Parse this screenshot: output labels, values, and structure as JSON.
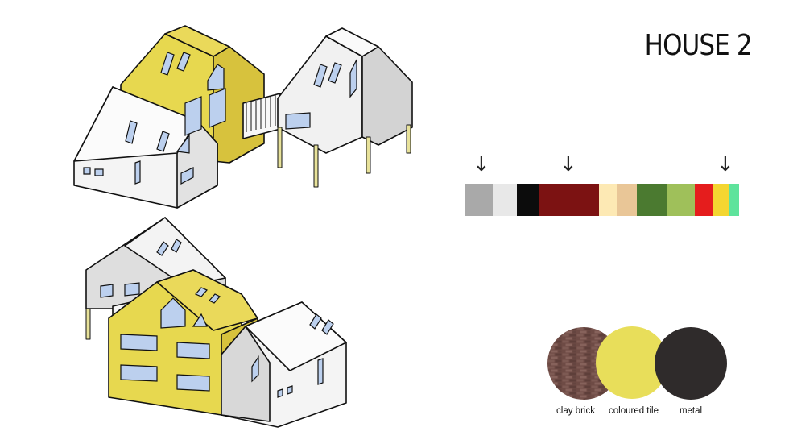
{
  "title": "HOUSE 2",
  "colors": {
    "yellow_wall": "#e7d84f",
    "yellow_side": "#d7c23d",
    "white_wall": "#f2f2f2",
    "grey_wall": "#d5d5d5",
    "window": "#bcd0ee",
    "window_frame": "#e8d64a",
    "outline": "#111111"
  },
  "palette": [
    {
      "name": "grey",
      "color": "#a9a9a9",
      "weight": 1
    },
    {
      "name": "light-grey",
      "color": "#e8e8e8",
      "weight": 0.9
    },
    {
      "name": "black",
      "color": "#0c0c0c",
      "weight": 0.85
    },
    {
      "name": "dark-red",
      "color": "#7c1212",
      "weight": 2.2
    },
    {
      "name": "pale-yellow",
      "color": "#fde9b4",
      "weight": 0.65
    },
    {
      "name": "tan",
      "color": "#e9c697",
      "weight": 0.75
    },
    {
      "name": "dark-green",
      "color": "#4b7a30",
      "weight": 1.15
    },
    {
      "name": "light-green",
      "color": "#9fc05a",
      "weight": 1
    },
    {
      "name": "red",
      "color": "#e51d1d",
      "weight": 0.7
    },
    {
      "name": "yellow",
      "color": "#f4d631",
      "weight": 0.6
    },
    {
      "name": "mint",
      "color": "#5ee39c",
      "weight": 0.35
    }
  ],
  "arrows": [
    "↓",
    "↓",
    "↓"
  ],
  "materials": [
    {
      "label": "clay brick",
      "color": "#6e4b45",
      "texture": "brick-texture"
    },
    {
      "label": "coloured tile",
      "color": "#e8de5a",
      "texture": "none"
    },
    {
      "label": "metal",
      "color": "#2f2b2b",
      "texture": "none"
    }
  ]
}
